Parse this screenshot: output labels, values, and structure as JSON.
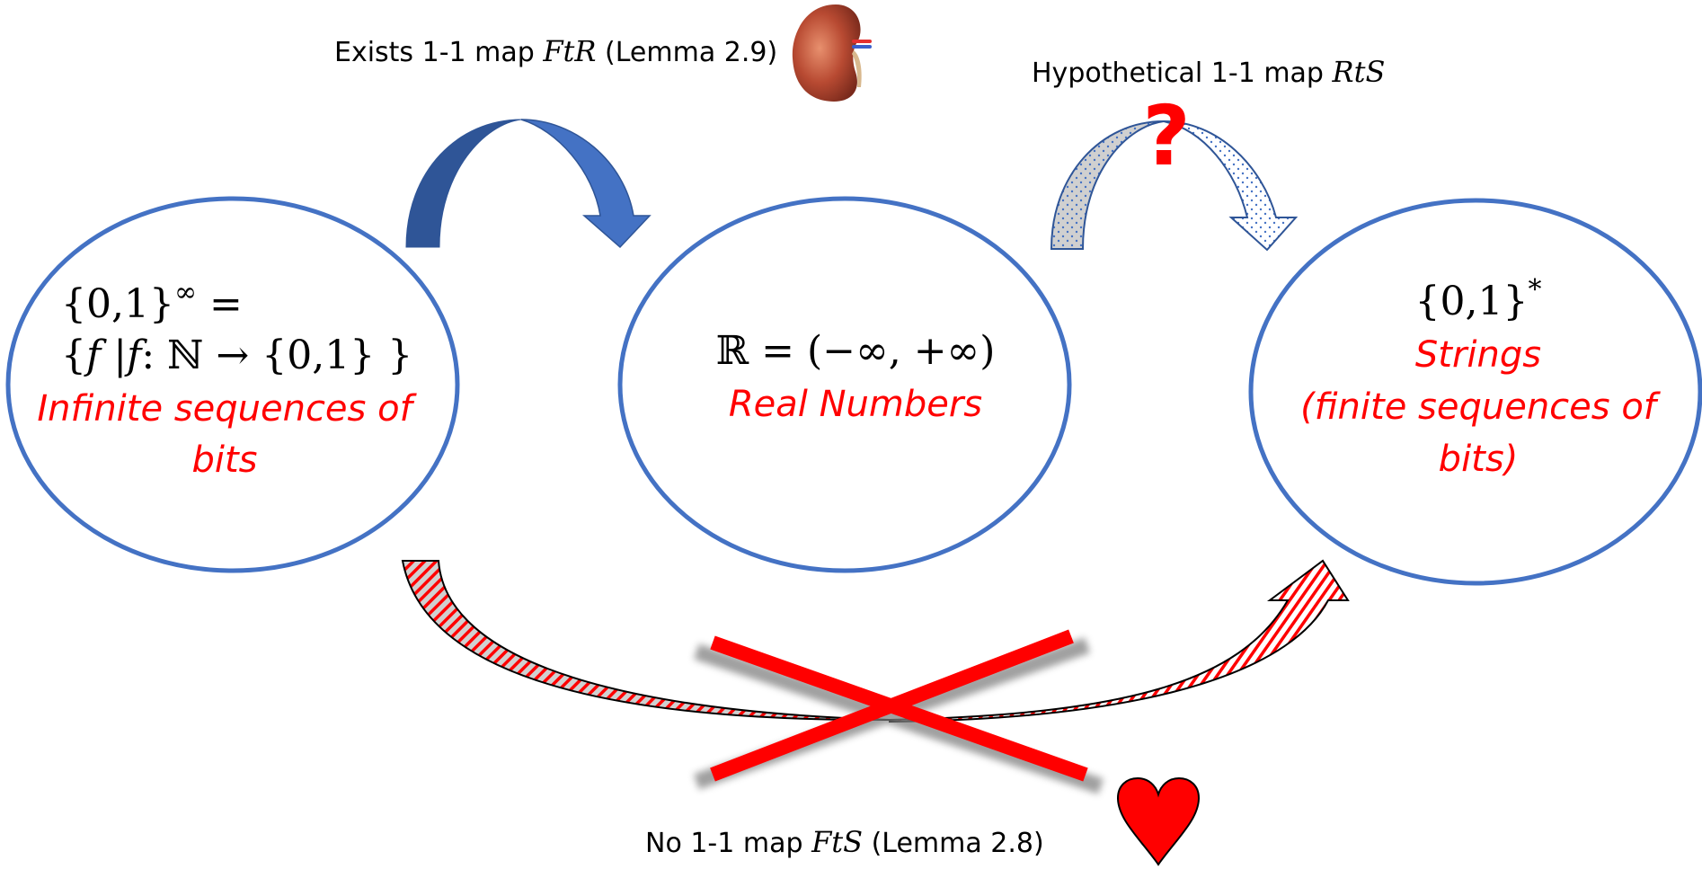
{
  "labels": {
    "top_left": {
      "prefix": "Exists 1-1 map ",
      "map": "FtR",
      "suffix": " (Lemma 2.9)"
    },
    "top_right": {
      "prefix": "Hypothetical 1-1 map ",
      "map": "RtS"
    },
    "bottom": {
      "prefix": "No 1-1 map ",
      "map": "FtS",
      "suffix": " (Lemma 2.8)"
    }
  },
  "sets": [
    {
      "id": "infinite-sequences",
      "math_line1": "{0,1}",
      "math_line1_sup": "∞",
      "math_line1_tail": " =",
      "math_line2": "{𝑓 |𝑓: ℕ → {0,1} }",
      "desc_line1": "Infinite sequences of",
      "desc_line2": "bits"
    },
    {
      "id": "real-numbers",
      "math_line1": "ℝ = (−∞, +∞)",
      "desc_line1": "Real Numbers"
    },
    {
      "id": "strings",
      "math_line1": "{0,1}",
      "math_line1_sup": "*",
      "desc_line1": "Strings",
      "desc_line2": "(finite sequences of",
      "desc_line3": "bits)"
    }
  ],
  "symbols": {
    "question_mark": "?",
    "kidney": "kidney-icon",
    "heart": "heart-icon",
    "cross": "x-mark"
  },
  "colors": {
    "ellipse_stroke": "#4472c4",
    "arrow_dark": "#2f5597",
    "arrow_light": "#4472c4",
    "accent_red": "#ff0000",
    "text": "#000000"
  }
}
